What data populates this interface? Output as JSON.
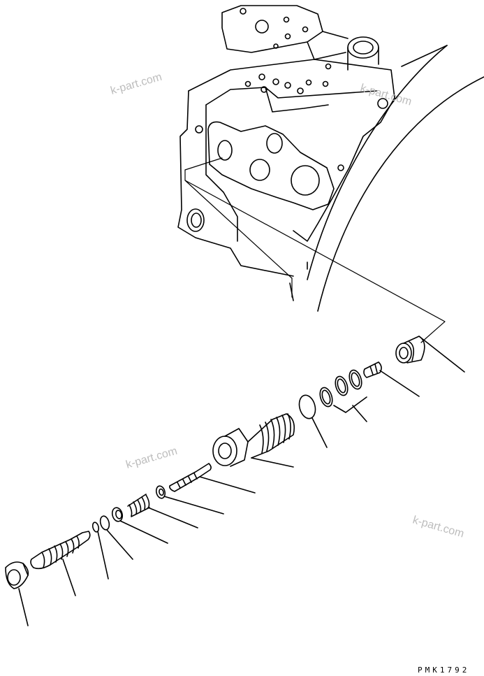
{
  "watermarks": [
    "k-part.com",
    "k-part.com",
    "k-part.com",
    "k-part.com"
  ],
  "drawing_code": "PMK1792",
  "colors": {
    "line": "#000000",
    "watermark": "#bdbdbd",
    "background": "#ffffff"
  }
}
